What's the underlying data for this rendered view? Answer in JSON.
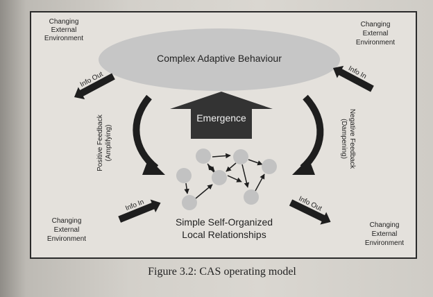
{
  "figure": {
    "top_title": "Complex Adaptive Behaviour",
    "emergence_label": "Emergence",
    "bottom_title_lines": [
      "Simple Self-Organized",
      "Local Relationships"
    ],
    "env_top_left": [
      "Changing",
      "External",
      "Environment"
    ],
    "env_top_right": [
      "Changing",
      "External",
      "Environment"
    ],
    "env_bottom_left": [
      "Changing",
      "External",
      "Environment"
    ],
    "env_bottom_right": [
      "Changing",
      "External",
      "Environment"
    ],
    "info_out_top": "Info Out",
    "info_in_top": "Info In",
    "info_in_bottom": "Info In",
    "info_out_bottom": "Info Out",
    "positive_feedback_lines": [
      "Positive Feedback",
      "(Amplifying)"
    ],
    "negative_feedback_lines": [
      "Negative Feedback",
      "(Dampening)"
    ]
  },
  "caption": "Figure 3.2: CAS operating model",
  "colors": {
    "ellipse": "#c6c6c6",
    "node": "#c2c2c2",
    "emergence_arrow": "#333333",
    "arrow": "#1e1e1e"
  }
}
